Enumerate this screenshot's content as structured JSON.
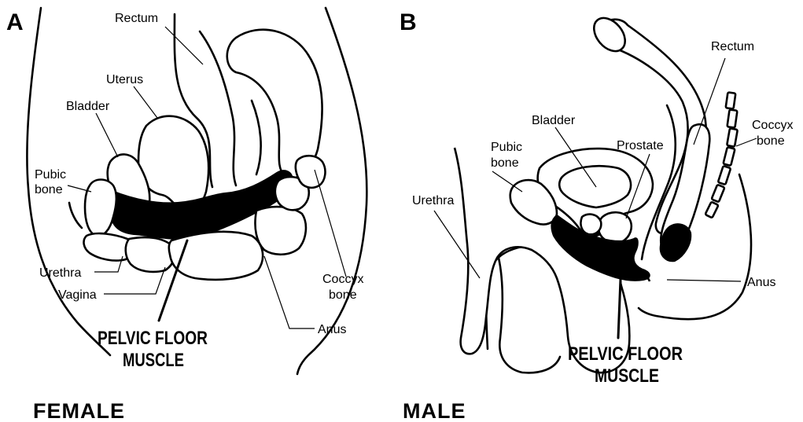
{
  "panels": {
    "a": {
      "letter": "A",
      "sex": "FEMALE",
      "labels": {
        "rectum": "Rectum",
        "uterus": "Uterus",
        "bladder": "Bladder",
        "pubic_line1": "Pubic",
        "pubic_line2": "bone",
        "urethra": "Urethra",
        "vagina": "Vagina",
        "coccyx_line1": "Coccyx",
        "coccyx_line2": "bone",
        "anus": "Anus",
        "muscle_line1": "PELVIC FLOOR",
        "muscle_line2": "MUSCLE"
      }
    },
    "b": {
      "letter": "B",
      "sex": "MALE",
      "labels": {
        "rectum": "Rectum",
        "bladder": "Bladder",
        "pubic_line1": "Pubic",
        "pubic_line2": "bone",
        "prostate": "Prostate",
        "urethra": "Urethra",
        "coccyx_line1": "Coccyx",
        "coccyx_line2": "bone",
        "anus": "Anus",
        "muscle_line1": "PELVIC FLOOR",
        "muscle_line2": "MUSCLE"
      }
    }
  }
}
